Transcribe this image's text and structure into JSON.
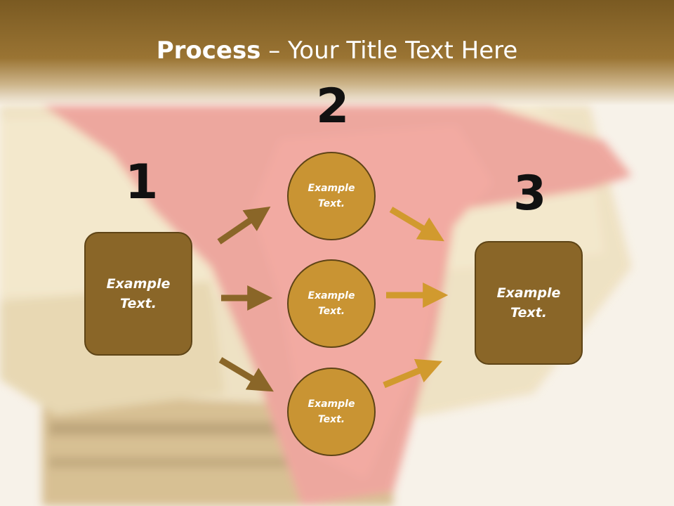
{
  "title": {
    "bold": "Process",
    "rest": " – Your Title Text Here"
  },
  "steps": [
    {
      "number": "1",
      "label": "Example\nText."
    },
    {
      "number": "2",
      "circles": [
        "Example\nText.",
        "Example\nText.",
        "Example\nText."
      ]
    },
    {
      "number": "3",
      "label": "Example\nText."
    }
  ],
  "colors": {
    "title_band": "#8a6628",
    "box_fill": "#8a6628",
    "circle_fill": "#c99433",
    "arrow_left": "#8a6628",
    "arrow_right": "#d19a2e"
  }
}
